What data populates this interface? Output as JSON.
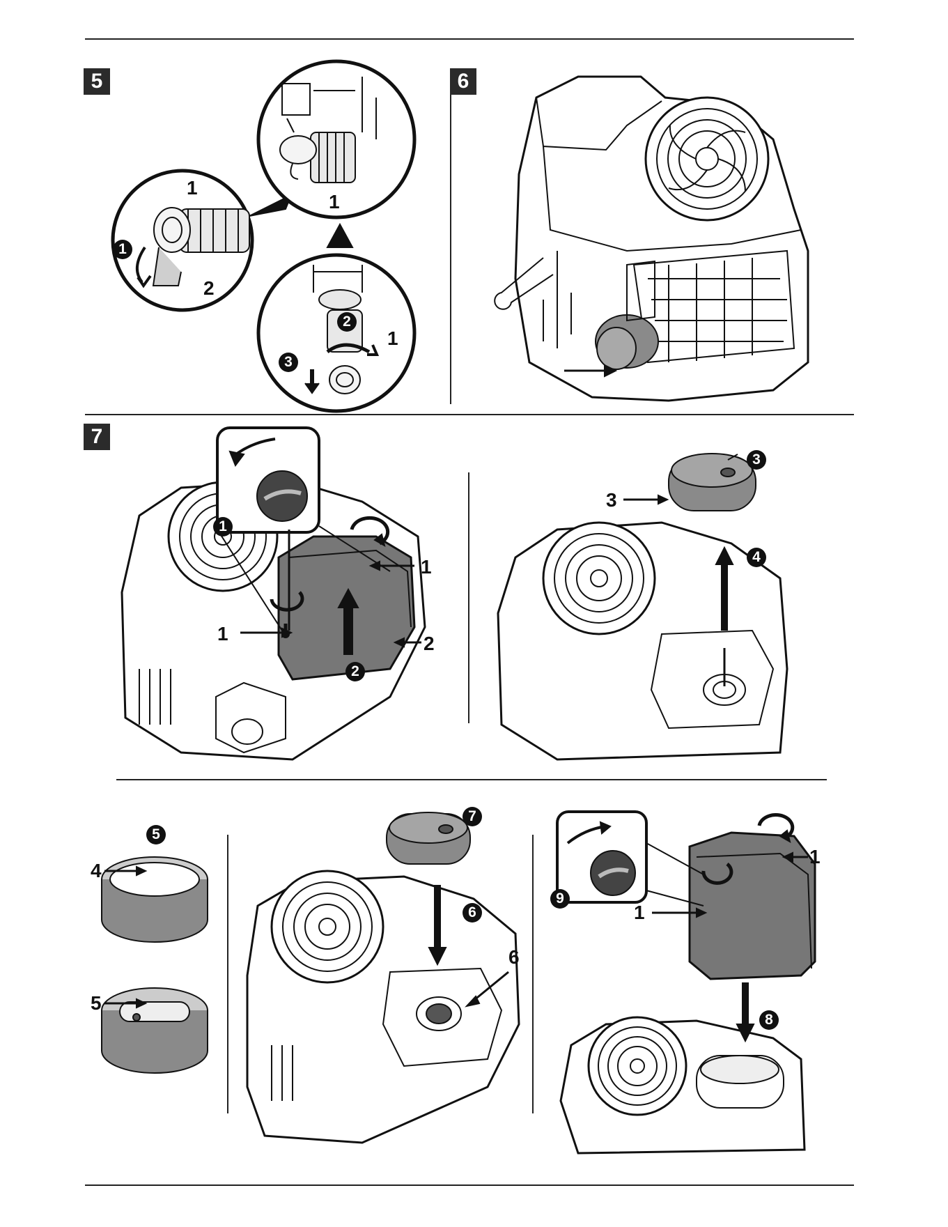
{
  "figures": [
    {
      "number": "5"
    },
    {
      "number": "6"
    },
    {
      "number": "7"
    }
  ],
  "callouts": {
    "fig5_left_1": "1",
    "fig5_left_2": "2",
    "fig5_top_1": "1",
    "fig5_bottom_1": "1",
    "fig7a_top_1": "1",
    "fig7a_left_1": "1",
    "fig7a_right_2": "2",
    "fig7b_3": "3",
    "fig7c_4": "4",
    "fig7c_5": "5",
    "fig7d_6": "6",
    "fig7e_1a": "1",
    "fig7e_1b": "1"
  },
  "steps": {
    "s1a": "1",
    "s2a": "2",
    "s3a": "3",
    "s1b": "1",
    "s2b": "2",
    "s3b": "3",
    "s4b": "4",
    "s5": "5",
    "s6": "6",
    "s7": "7",
    "s8": "8",
    "s9": "9"
  },
  "colors": {
    "ink": "#111111",
    "filter_gray": "#8a8a8a",
    "cover_gray": "#777777",
    "badge": "#2b2b2b"
  }
}
